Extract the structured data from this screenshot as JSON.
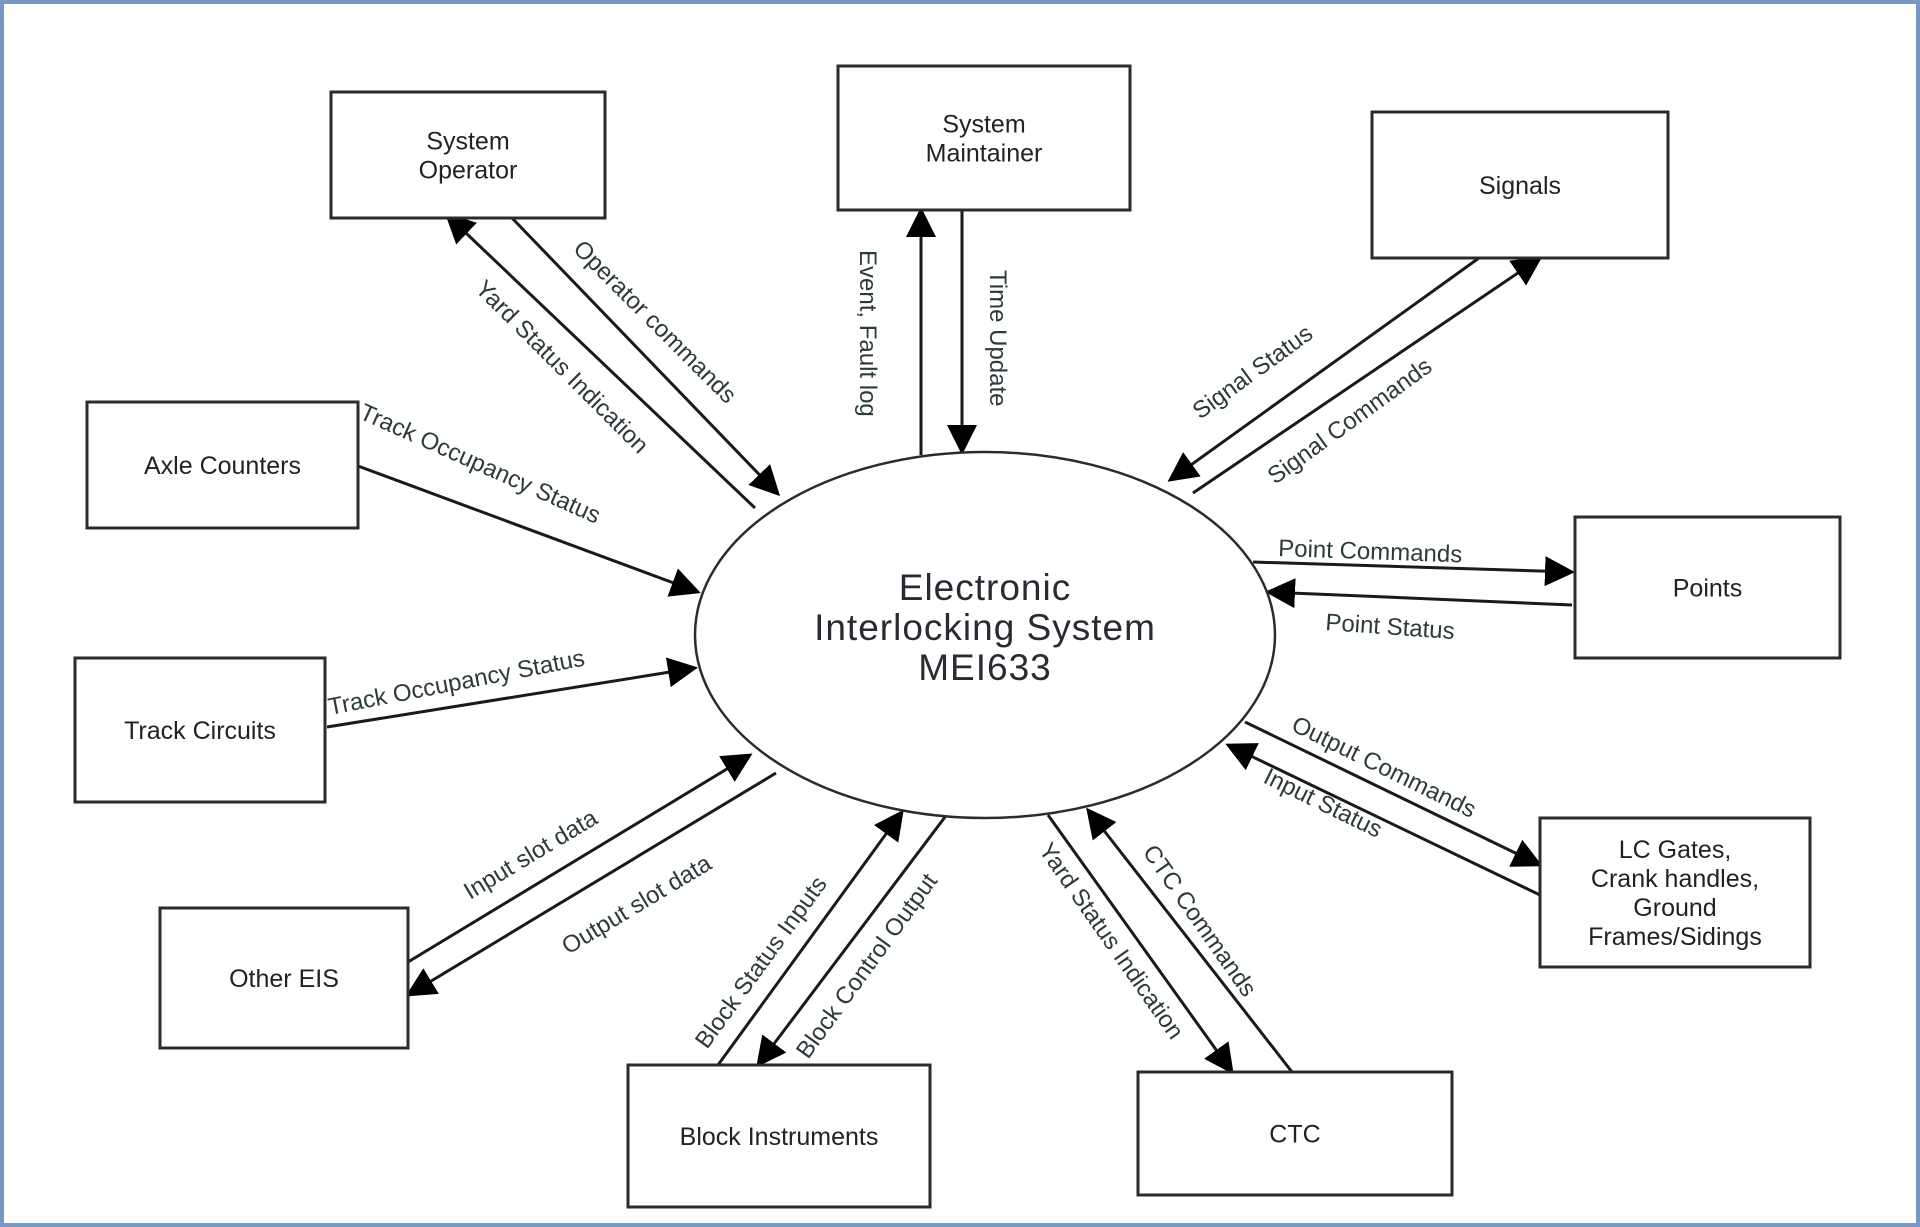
{
  "diagram": {
    "type": "context-diagram",
    "center": {
      "lines": [
        "Electronic",
        "Interlocking System",
        "MEI633"
      ]
    },
    "entities": [
      {
        "id": "system-operator",
        "lines": [
          "System",
          "Operator"
        ]
      },
      {
        "id": "system-maintainer",
        "lines": [
          "System",
          "Maintainer"
        ]
      },
      {
        "id": "signals",
        "lines": [
          "Signals"
        ]
      },
      {
        "id": "axle-counters",
        "lines": [
          "Axle Counters"
        ]
      },
      {
        "id": "points",
        "lines": [
          "Points"
        ]
      },
      {
        "id": "track-circuits",
        "lines": [
          "Track Circuits"
        ]
      },
      {
        "id": "lc-gates",
        "lines": [
          "LC Gates,",
          "Crank handles,",
          "Ground",
          "Frames/Sidings"
        ]
      },
      {
        "id": "other-eis",
        "lines": [
          "Other EIS"
        ]
      },
      {
        "id": "block-instruments",
        "lines": [
          "Block Instruments"
        ]
      },
      {
        "id": "ctc",
        "lines": [
          "CTC"
        ]
      }
    ],
    "flows": [
      {
        "id": "yard-status-indication-operator",
        "label": "Yard Status Indication",
        "from": "center",
        "to": "system-operator"
      },
      {
        "id": "operator-commands",
        "label": "Operator commands",
        "from": "system-operator",
        "to": "center"
      },
      {
        "id": "event-fault-log",
        "label": "Event, Fault log",
        "from": "center",
        "to": "system-maintainer"
      },
      {
        "id": "time-update",
        "label": "Time Update",
        "from": "system-maintainer",
        "to": "center"
      },
      {
        "id": "signal-status",
        "label": "Signal Status",
        "from": "signals",
        "to": "center"
      },
      {
        "id": "signal-commands",
        "label": "Signal Commands",
        "from": "center",
        "to": "signals"
      },
      {
        "id": "track-occupancy-axle",
        "label": "Track Occupancy Status",
        "from": "axle-counters",
        "to": "center"
      },
      {
        "id": "point-commands",
        "label": "Point Commands",
        "from": "center",
        "to": "points"
      },
      {
        "id": "point-status",
        "label": "Point Status",
        "from": "points",
        "to": "center"
      },
      {
        "id": "track-occupancy-circuits",
        "label": "Track Occupancy Status",
        "from": "track-circuits",
        "to": "center"
      },
      {
        "id": "output-commands",
        "label": "Output Commands",
        "from": "center",
        "to": "lc-gates"
      },
      {
        "id": "input-status",
        "label": "Input Status",
        "from": "lc-gates",
        "to": "center"
      },
      {
        "id": "input-slot-data",
        "label": "Input slot data",
        "from": "other-eis",
        "to": "center"
      },
      {
        "id": "output-slot-data",
        "label": "Output slot data",
        "from": "center",
        "to": "other-eis"
      },
      {
        "id": "block-status-inputs",
        "label": "Block Status Inputs",
        "from": "block-instruments",
        "to": "center"
      },
      {
        "id": "block-control-output",
        "label": "Block Control Output",
        "from": "center",
        "to": "block-instruments"
      },
      {
        "id": "yard-status-indication-ctc",
        "label": "Yard Status Indication",
        "from": "center",
        "to": "ctc"
      },
      {
        "id": "ctc-commands",
        "label": "CTC Commands",
        "from": "ctc",
        "to": "center"
      }
    ]
  },
  "colors": {
    "frame_border": "#7898c4",
    "stroke": "#1a1a1a",
    "background": "#ffffff"
  }
}
